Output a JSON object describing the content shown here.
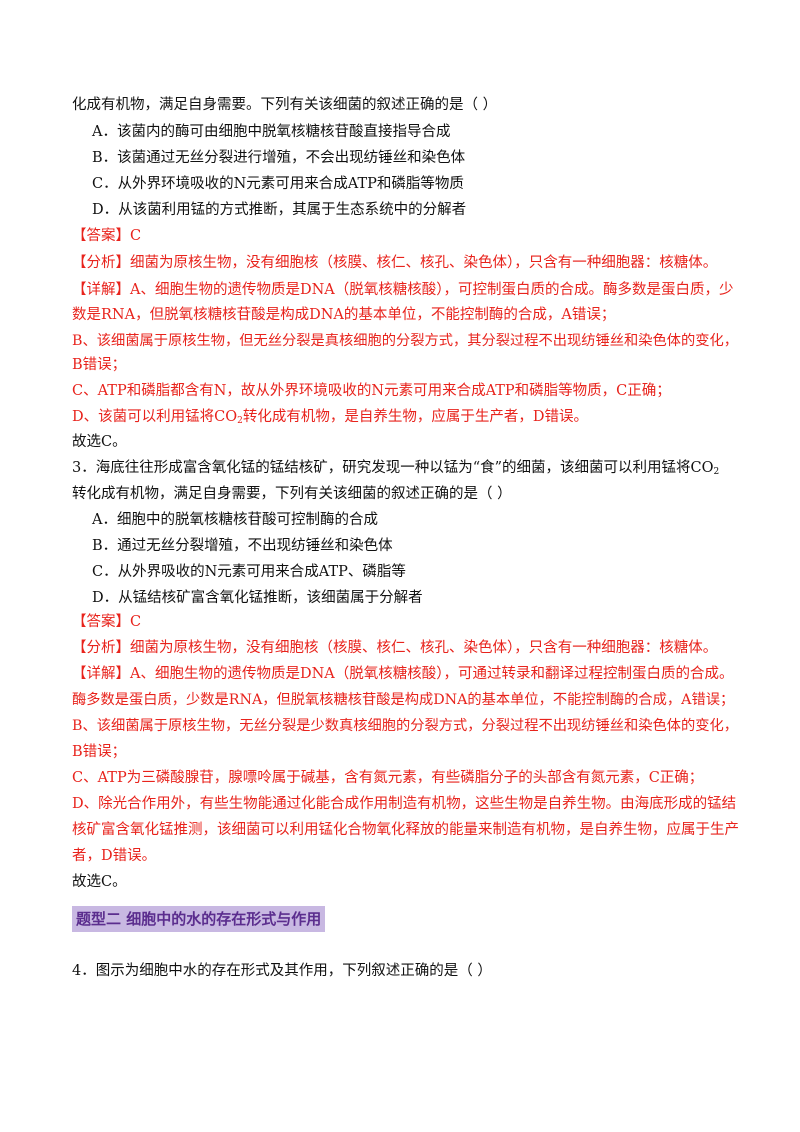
{
  "q2": {
    "stem_cont": "化成有机物，满足自身需要。下列有关该细菌的叙述正确的是（ ）",
    "options": [
      "A．该菌内的酶可由细胞中脱氧核糖核苷酸直接指导合成",
      "B．该菌通过无丝分裂进行增殖，不会出现纺锤丝和染色体",
      "C．从外界环境吸收的N元素可用来合成ATP和磷脂等物质",
      "D．从该菌利用锰的方式推断，其属于生态系统中的分解者"
    ],
    "answer": "【答案】C",
    "analysis": "【分析】细菌为原核生物，没有细胞核（核膜、核仁、核孔、染色体），只含有一种细胞器：核糖体。",
    "detail": [
      "【详解】A、细胞生物的遗传物质是DNA（脱氧核糖核酸），可控制蛋白质的合成。酶多数是蛋白质，少",
      "数是RNA，但脱氧核糖核苷酸是构成DNA的基本单位，不能控制酶的合成，A错误；",
      "B、该细菌属于原核生物，但无丝分裂是真核细胞的分裂方式，其分裂过程不出现纺锤丝和染色体的变化，",
      "B错误；",
      "C、ATP和磷脂都含有N，故从外界环境吸收的N元素可用来合成ATP和磷脂等物质，C正确；"
    ],
    "detail_d_pre": "D、该菌可以利用锰将CO",
    "detail_d_sub": "2",
    "detail_d_post": "转化成有机物，是自养生物，应属于生产者，D错误。",
    "conclusion": "故选C。"
  },
  "q3": {
    "stem_pre": "3．海底往往形成富含氧化锰的锰结核矿，研究发现一种以锰为“食”的细菌，该细菌可以利用锰将CO",
    "stem_sub": "2",
    "stem_line2": "转化成有机物，满足自身需要，下列有关该细菌的叙述正确的是（ ）",
    "options": [
      "A．细胞中的脱氧核糖核苷酸可控制酶的合成",
      "B．通过无丝分裂增殖，不出现纺锤丝和染色体",
      "C．从外界吸收的N元素可用来合成ATP、磷脂等",
      "D．从锰结核矿富含氧化锰推断，该细菌属于分解者"
    ],
    "answer": "【答案】C",
    "analysis": "【分析】细菌为原核生物，没有细胞核（核膜、核仁、核孔、染色体），只含有一种细胞器：核糖体。",
    "detail": [
      "【详解】A、细胞生物的遗传物质是DNA（脱氧核糖核酸），可通过转录和翻译过程控制蛋白质的合成。",
      "酶多数是蛋白质，少数是RNA，但脱氧核糖核苷酸是构成DNA的基本单位，不能控制酶的合成，A错误；",
      "B、该细菌属于原核生物，无丝分裂是少数真核细胞的分裂方式，分裂过程不出现纺锤丝和染色体的变化，",
      "B错误；",
      "C、ATP为三磷酸腺苷，腺嘌呤属于碱基，含有氮元素，有些磷脂分子的头部含有氮元素，C正确；",
      "D、除光合作用外，有些生物能通过化能合成作用制造有机物，这些生物是自养生物。由海底形成的锰结",
      "核矿富含氧化锰推测，该细菌可以利用锰化合物氧化释放的能量来制造有机物，是自养生物，应属于生产",
      "者，D错误。"
    ],
    "conclusion": "故选C。"
  },
  "section": {
    "title": "题型二 细胞中的水的存在形式与作用"
  },
  "q4": {
    "stem": "4．图示为细胞中水的存在形式及其作用，下列叙述正确的是（ ）"
  }
}
